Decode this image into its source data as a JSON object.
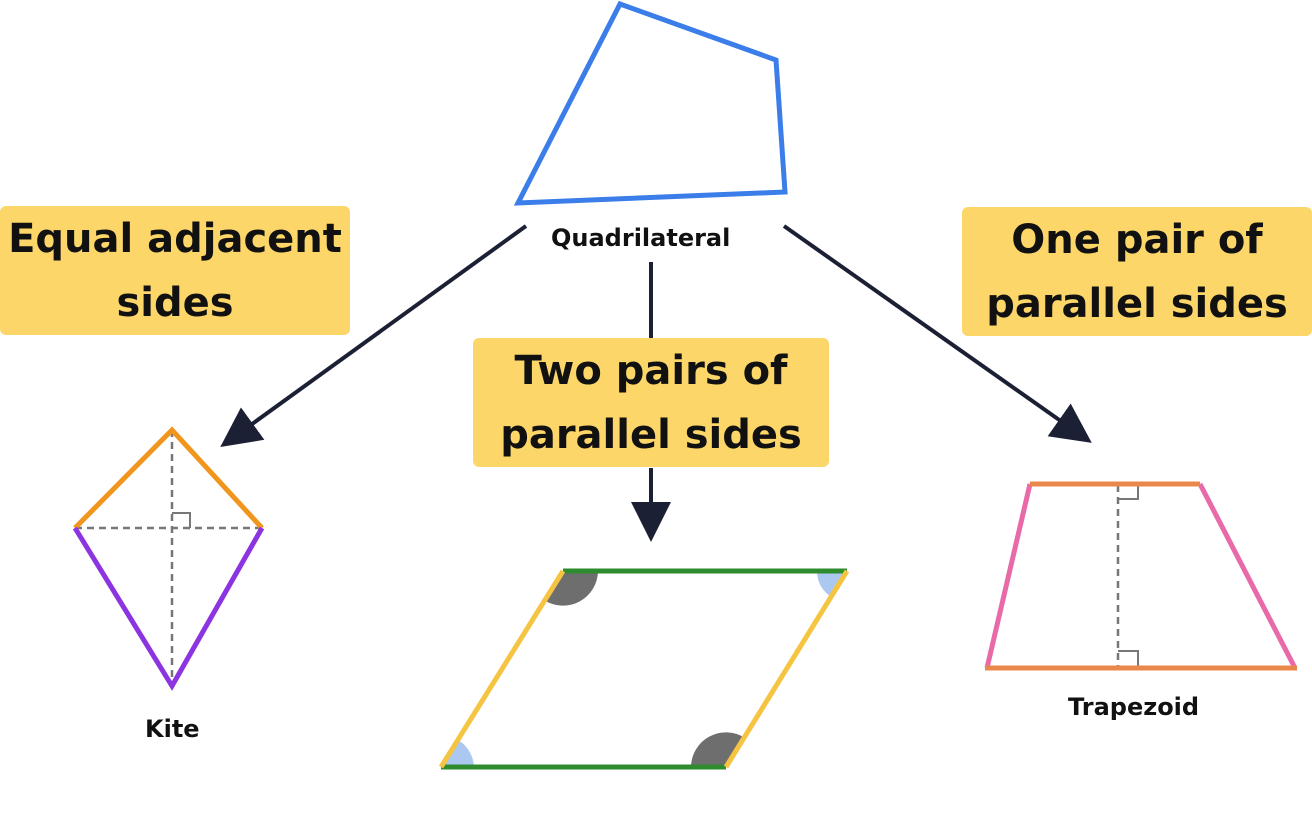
{
  "colors": {
    "arrow": "#1c2035",
    "quadrilateral": "#3b7de9",
    "kite_top": "#f0961e",
    "kite_bottom": "#8b34e0",
    "parallelogram_long": "#2e8b2e",
    "parallelogram_short": "#f5c542",
    "trapezoid_parallel": "#e8884a",
    "trapezoid_legs": "#e86aa8",
    "box": "#fcd668",
    "angle_dark": "#6e6e6e",
    "angle_light": "#aac8f0",
    "dash": "#777777"
  },
  "nodes": {
    "quadrilateral": {
      "label": "Quadrilateral"
    },
    "kite": {
      "label": "Kite"
    },
    "parallelogram": {
      "label": ""
    },
    "trapezoid": {
      "label": "Trapezoid"
    }
  },
  "conditions": {
    "kite": "Equal adjacent\nsides",
    "parallelogram": "Two pairs of\nparallel sides",
    "trapezoid": "One pair of\nparallel sides"
  }
}
